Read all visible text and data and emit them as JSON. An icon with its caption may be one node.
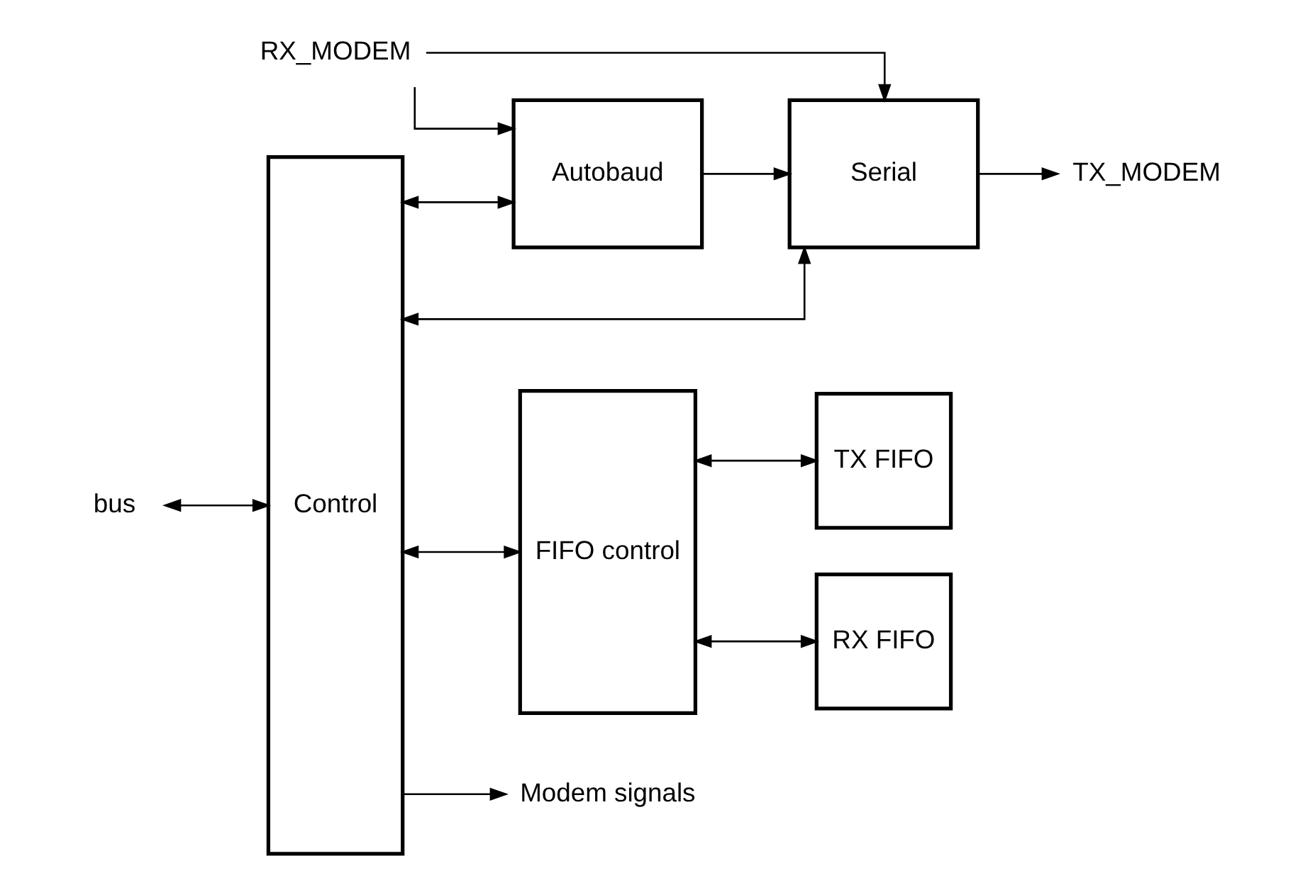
{
  "diagram": {
    "nodes": [
      {
        "text": [
          "Control"
        ]
      },
      {
        "text": [
          "FIFO control"
        ]
      },
      {
        "text": [
          "TX FIFO"
        ]
      },
      {
        "text": [
          "RX FIFO"
        ]
      },
      {
        "text": [
          "Serial"
        ]
      },
      {
        "text": [
          "Autobaud"
        ]
      },
      {
        "text": [
          "bus"
        ]
      },
      {
        "text": [
          "Modem signals"
        ]
      },
      {
        "text": [
          "TX_MODEM"
        ]
      },
      {
        "text": [
          "RX_MODEM"
        ]
      }
    ],
    "edges": [
      {
        "from": 6,
        "to": 0,
        "arrow": "both"
      },
      {
        "from": 0,
        "to": 7,
        "arrow": "to"
      },
      {
        "from": 0,
        "to": 1,
        "arrow": "both"
      },
      {
        "from": 1,
        "to": 2,
        "arrow": "both"
      },
      {
        "from": 1,
        "to": 3,
        "arrow": "both"
      },
      {
        "from": 0,
        "to": 4,
        "arrow": "both"
      },
      {
        "from": 4,
        "to": 8,
        "arrow": "to"
      },
      {
        "from": 9,
        "to": 4,
        "arrow": "to"
      },
      {
        "from": 5,
        "to": 4,
        "arrow": "to"
      },
      {
        "from": 0,
        "to": 5,
        "arrow": "both"
      },
      {
        "from": 9,
        "to": 5,
        "arrow": "to"
      }
    ]
  }
}
